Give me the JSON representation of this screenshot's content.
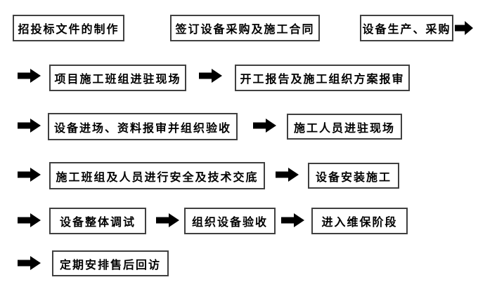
{
  "flowchart": {
    "title": "construction-and-equipment-project-process-flow",
    "colors": {
      "background": "#ffffff",
      "box_border": "#404040",
      "box_fill": "#ffffff",
      "text": "#000000",
      "arrow": "#000000"
    },
    "icons": {
      "arrow": "right-block-arrow"
    },
    "rows": [
      {
        "steps": [
          "招投标文件的制作",
          "签订设备采购及施工合同",
          "设备生产、采购"
        ]
      },
      {
        "steps": [
          "项目施工班组进驻现场",
          "开工报告及施工组织方案报审"
        ]
      },
      {
        "steps": [
          "设备进场、资料报审并组织验收",
          "施工人员进驻现场"
        ]
      },
      {
        "steps": [
          "施工班组及人员进行安全及技术交底",
          "设备安装施工"
        ]
      },
      {
        "steps": [
          "设备整体调试",
          "组织设备验收",
          "进入维保阶段"
        ]
      },
      {
        "steps": [
          "定期安排售后回访"
        ]
      }
    ]
  }
}
